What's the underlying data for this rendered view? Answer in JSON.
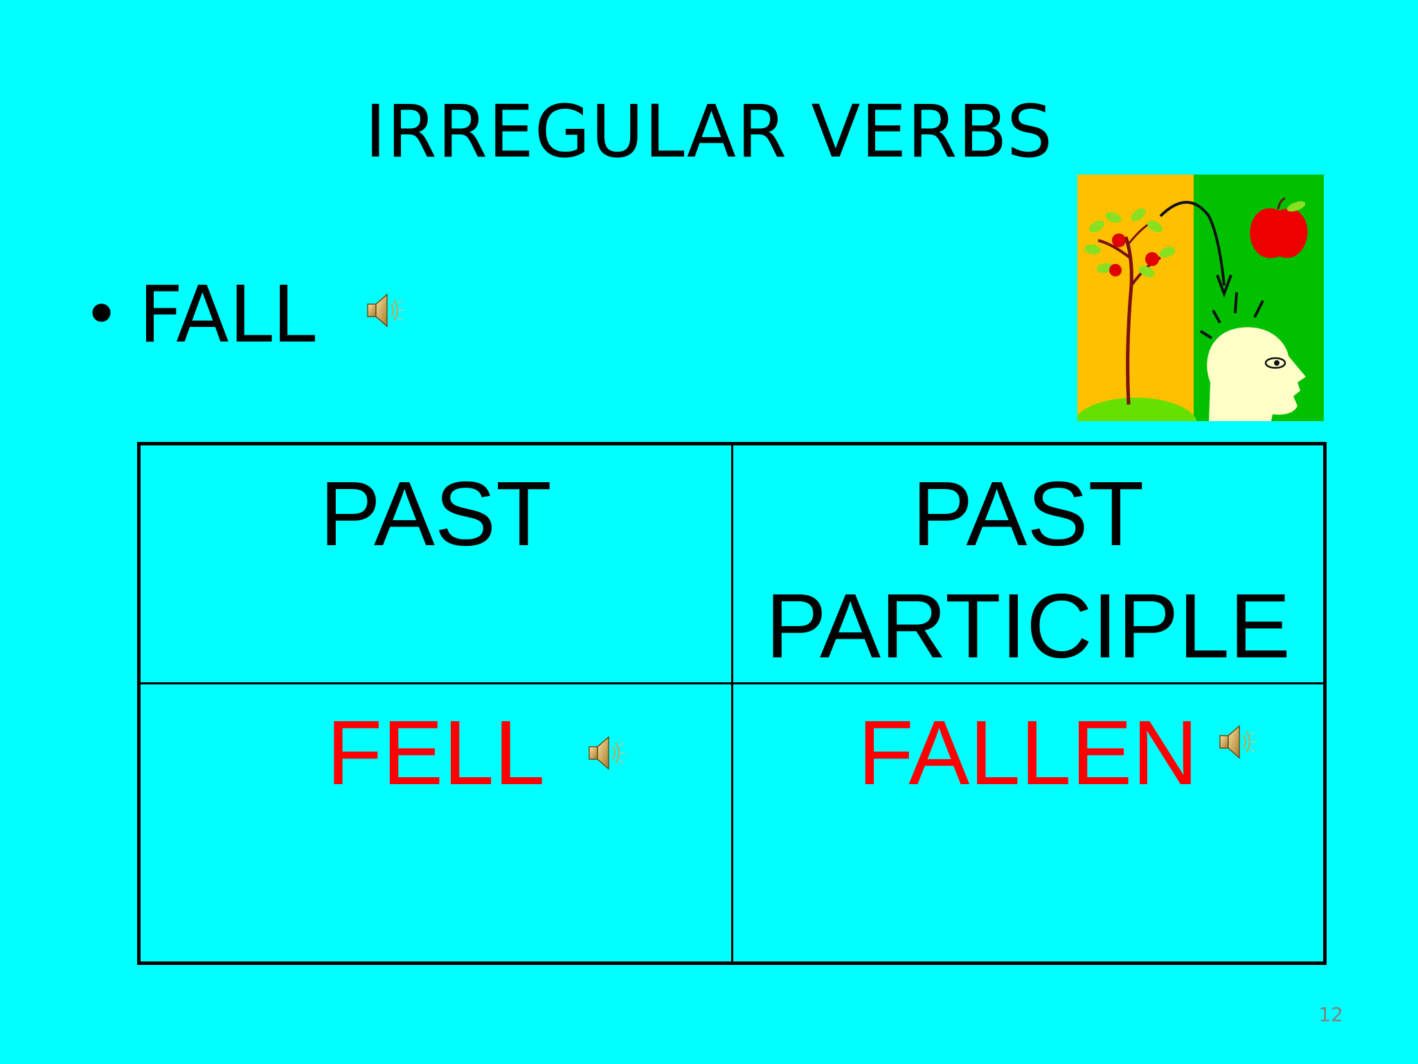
{
  "slide": {
    "title": "IRREGULAR VERBS",
    "bullet": {
      "symbol": "•",
      "text": "FALL",
      "audio_icon": "speaker-icon"
    },
    "clipart_icon": "apple-tree-head-icon",
    "table": {
      "headers": [
        "PAST",
        "PAST\nPARTICIPLE"
      ],
      "values": [
        "FELL",
        "FALLEN"
      ],
      "value_color": "#FF0000",
      "audio_icons": [
        "speaker-icon",
        "speaker-icon"
      ]
    },
    "page_number": "12",
    "colors": {
      "background": "#00FFFF",
      "text": "#000000",
      "page_number": "#808080"
    }
  }
}
